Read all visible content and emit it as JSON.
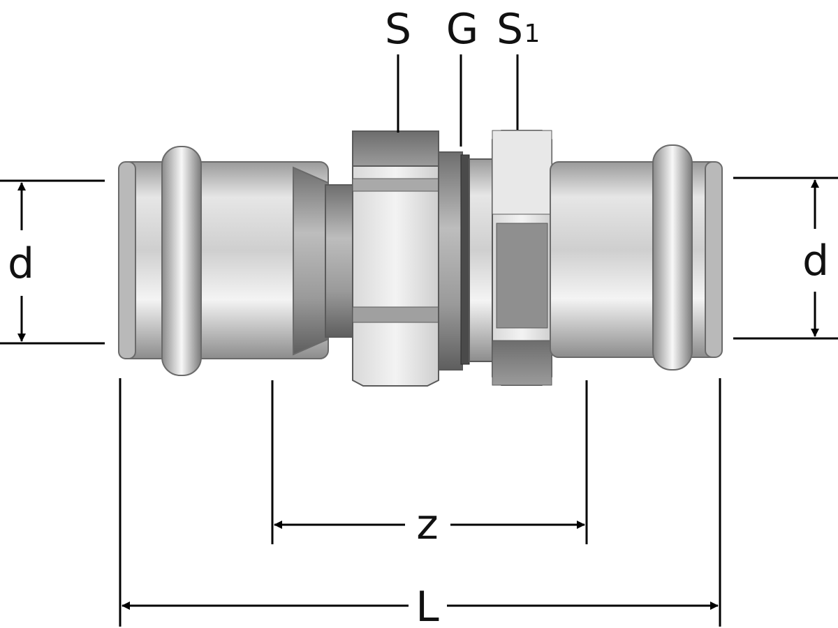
{
  "labels": {
    "nut_s": "S",
    "gasket_g": "G",
    "nut_s1": "S",
    "nut_s1_subscript": "1",
    "diameter_left": "d",
    "diameter_right": "d",
    "insertion_length": "z",
    "overall_length": "L"
  },
  "colors": {
    "line": "#000000",
    "text": "#111111",
    "steel_light": "#f2f2f2",
    "steel_mid": "#c8c8c8",
    "steel_dark": "#8a8a8a",
    "nut_light": "#ececec",
    "nut_dark": "#7e7e7e"
  }
}
